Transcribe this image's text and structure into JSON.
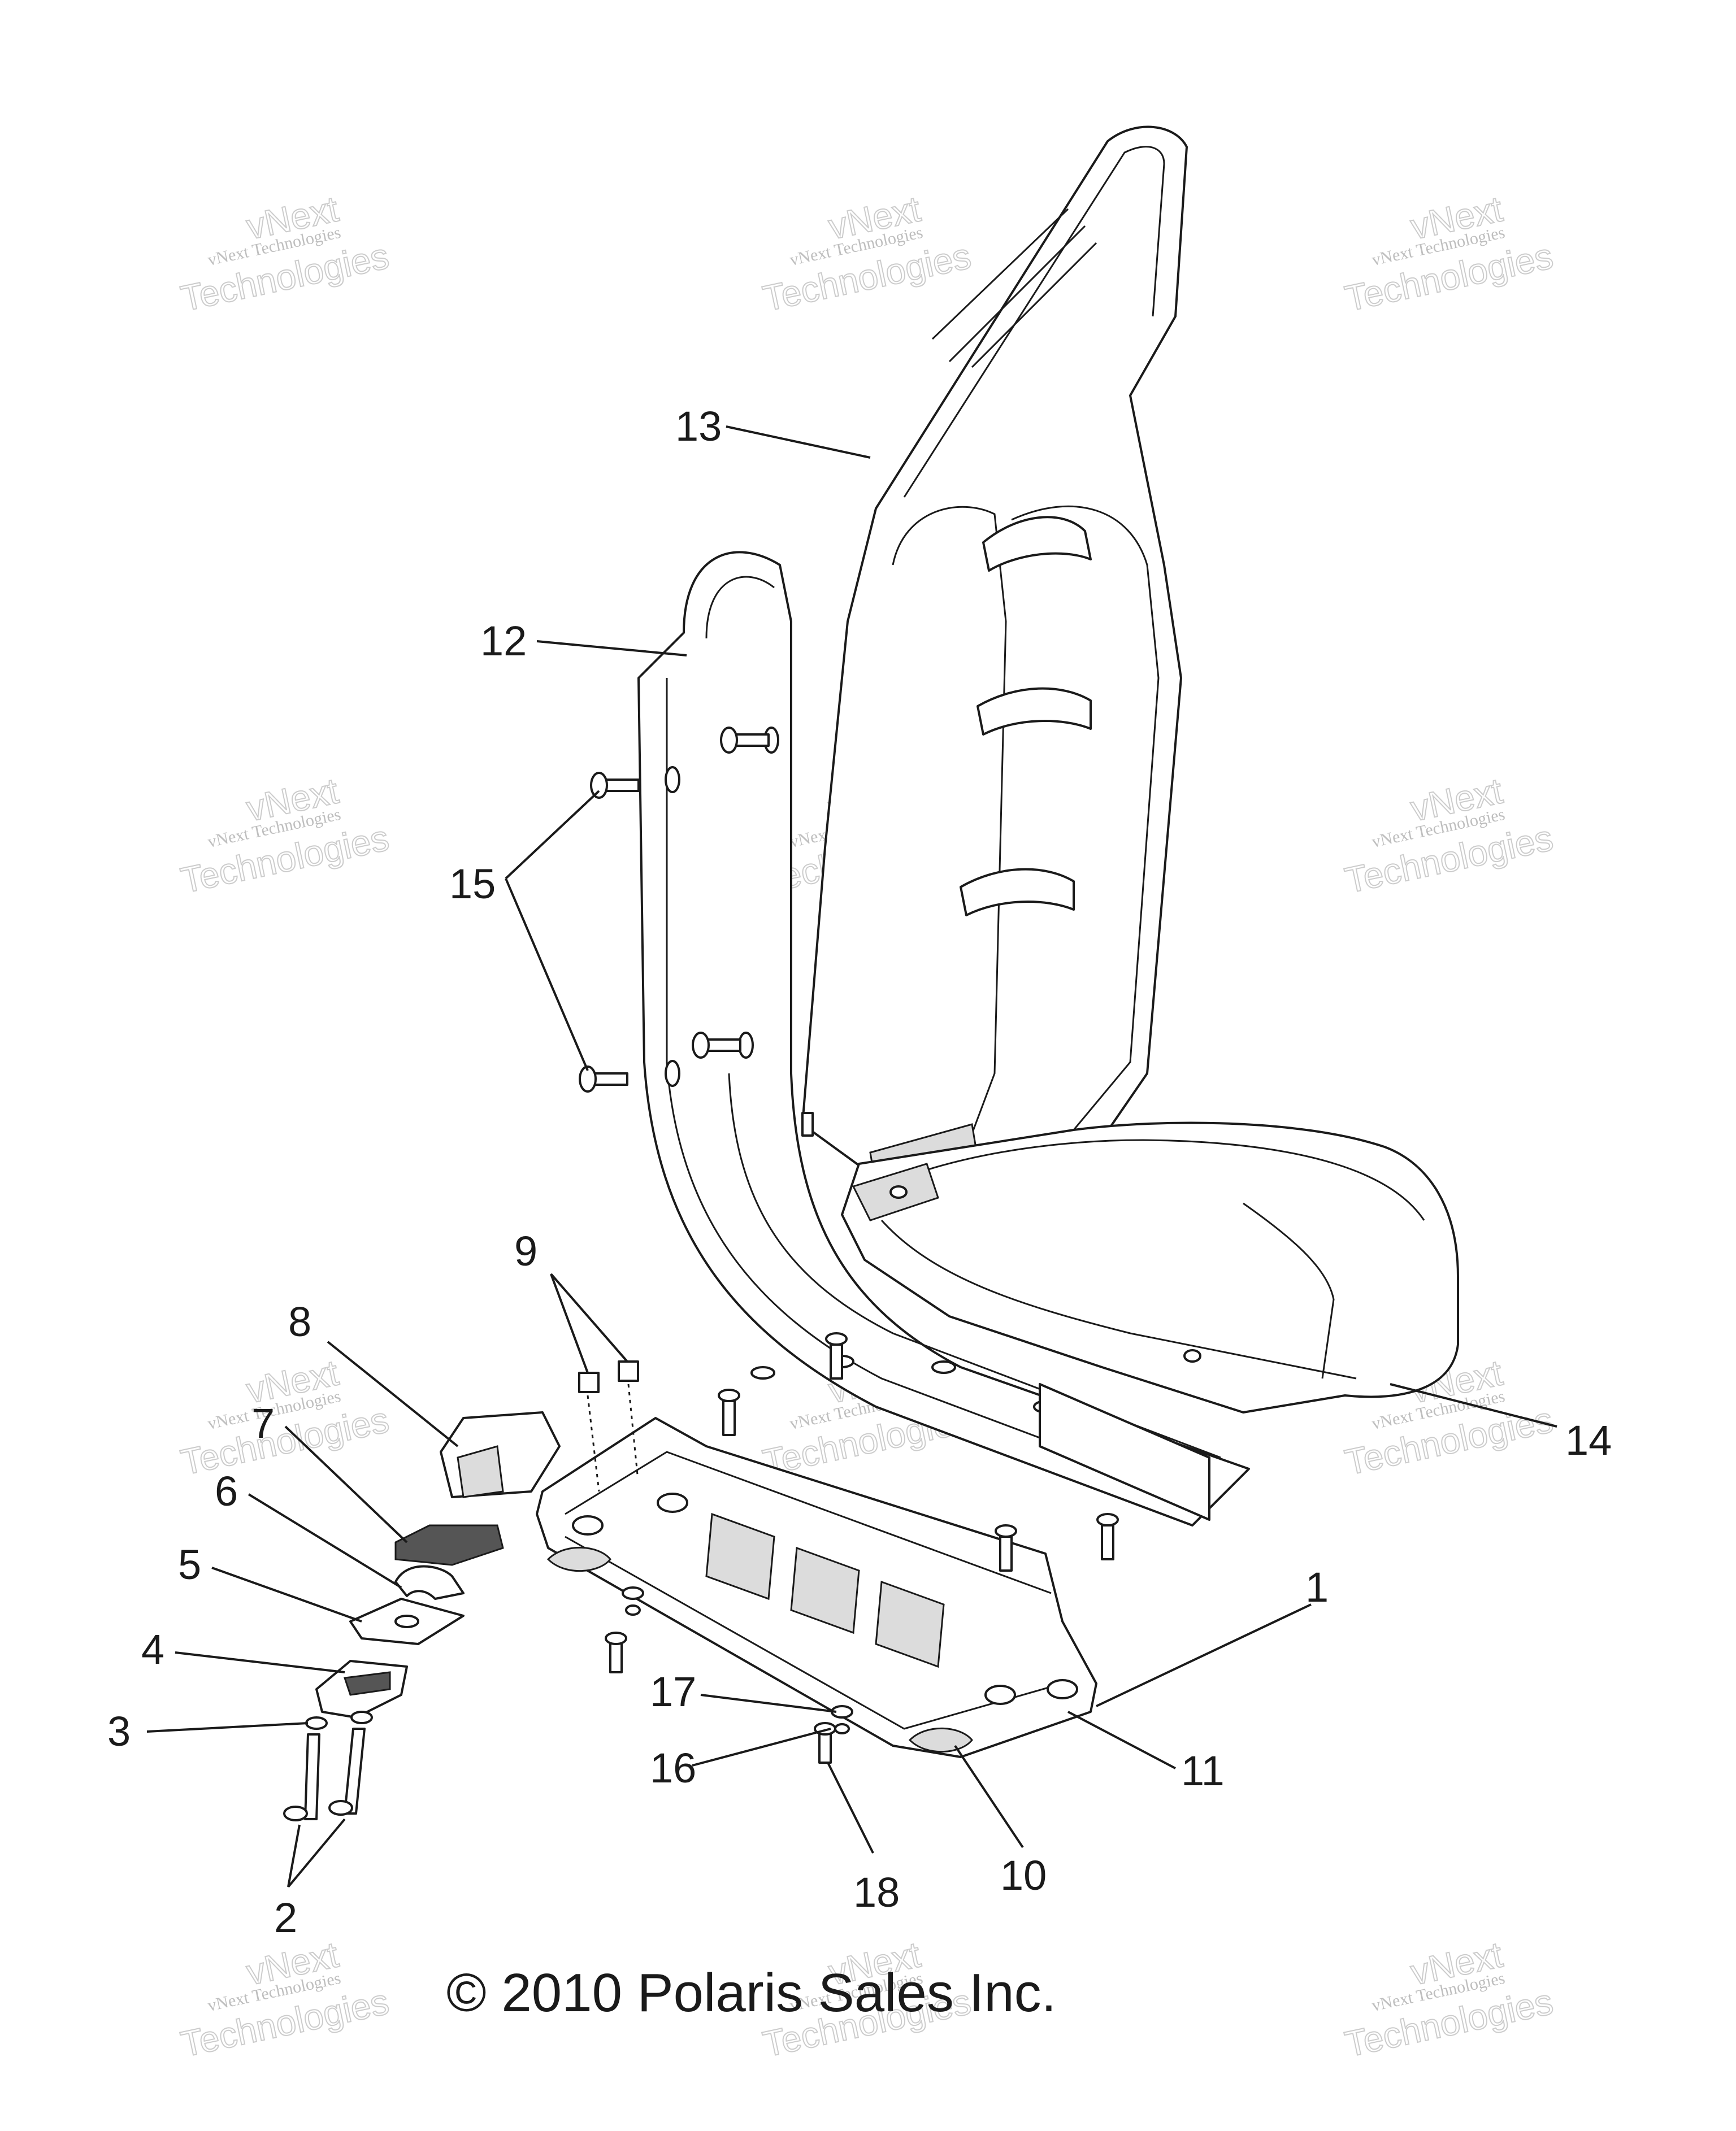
{
  "callouts": [
    "1",
    "2",
    "3",
    "4",
    "5",
    "6",
    "7",
    "8",
    "9",
    "10",
    "11",
    "12",
    "13",
    "14",
    "15",
    "16",
    "17",
    "18"
  ],
  "copyright": "© 2010 Polaris Sales Inc.",
  "watermark": {
    "line1": "vNext Technologies",
    "line2": "Technologies",
    "line3": "vNext"
  },
  "colors": {
    "line": "#1a1a1a",
    "watermark": "#9a9a9a",
    "background": "#ffffff"
  }
}
